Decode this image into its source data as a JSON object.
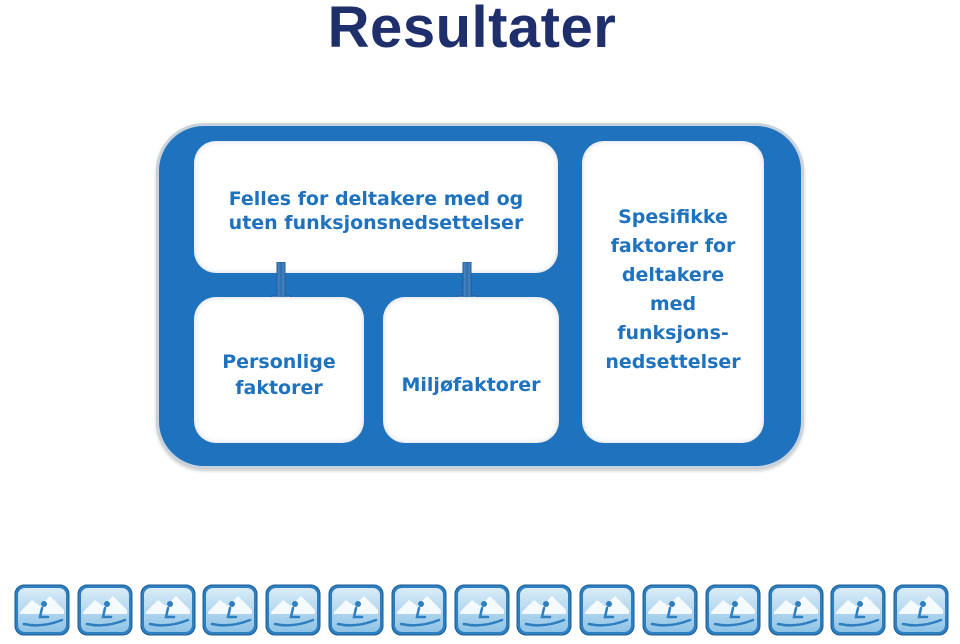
{
  "title": "Resultater",
  "boxes": {
    "common": "Felles for deltakere med og\nuten funksjonsnedsettelser",
    "personal": "Personlige\nfaktorer",
    "environmental": "Miljøfaktorer",
    "specific": "Spesifikke\nfaktorer for\ndeltakere\nmed\nfunksjons-\nnedsettelser"
  },
  "icons": {
    "arrow_left": "down-arrow-icon",
    "arrow_right": "down-arrow-icon",
    "footer_tile": "wheelchair-skier-icon"
  },
  "colors": {
    "title": "#1f2f6b",
    "frame": "#1f72bd",
    "text": "#1f72bd",
    "box": "#ffffff"
  },
  "footer": {
    "tile_count": 15
  }
}
